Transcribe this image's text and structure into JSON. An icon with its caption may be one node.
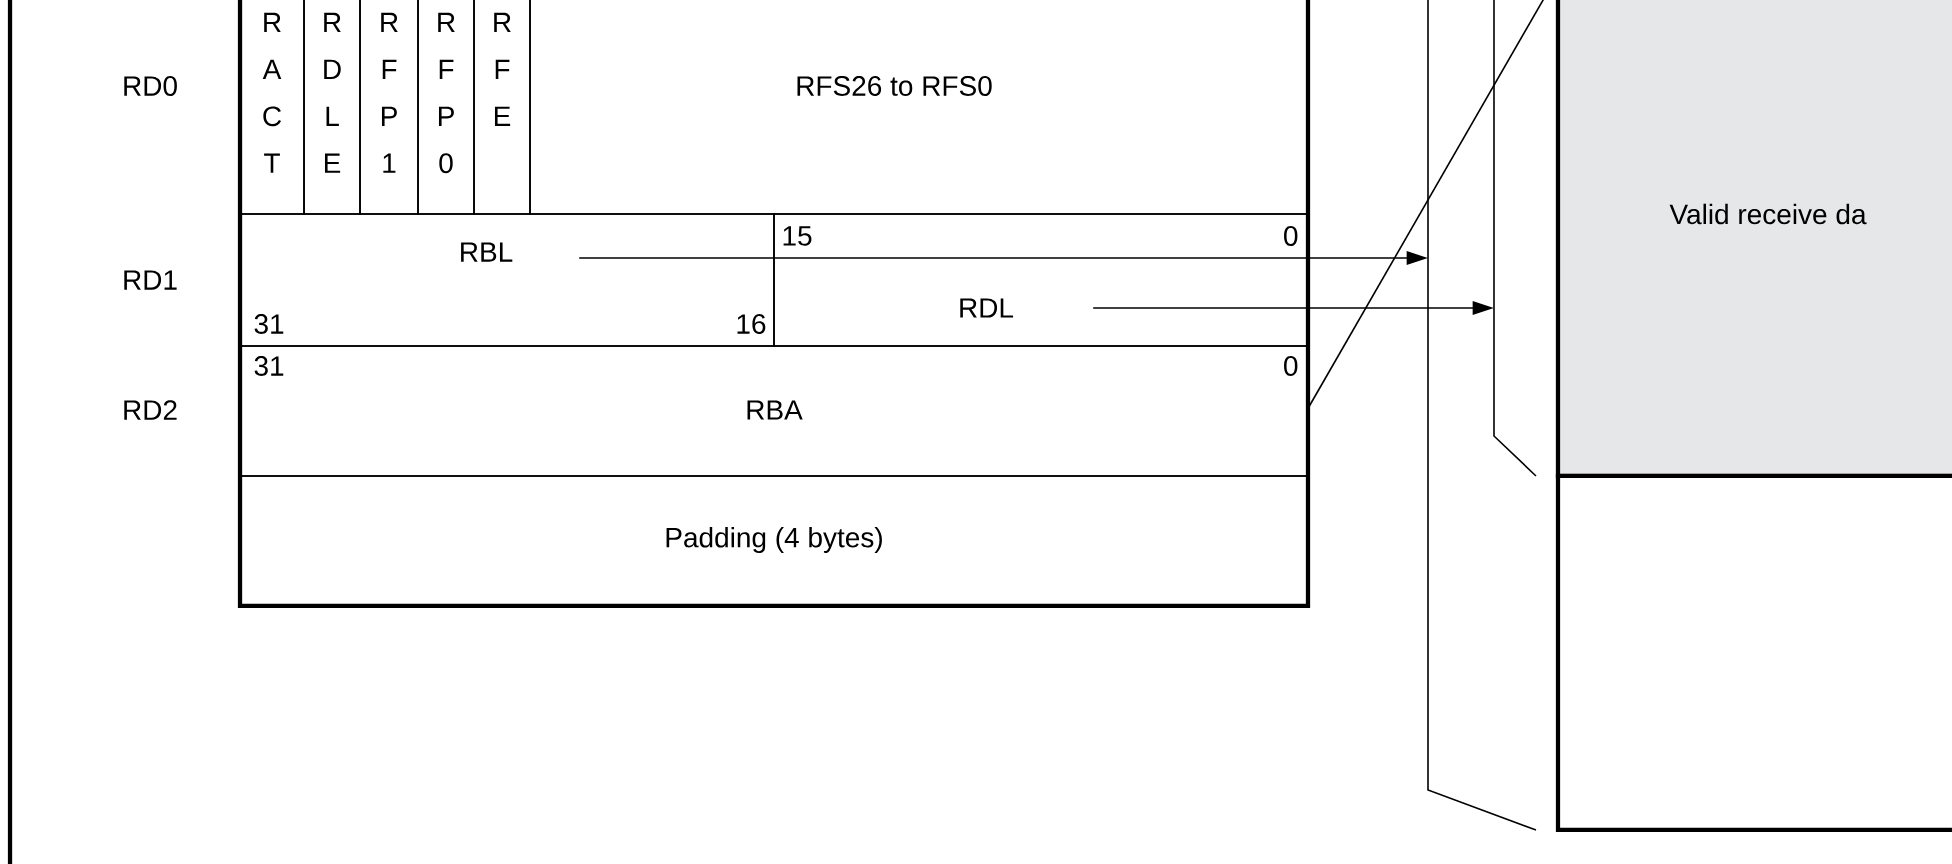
{
  "diagram": {
    "nodes": [
      {
        "text": [
          "R A C T"
        ]
      },
      {
        "text": [
          "R D L E"
        ]
      },
      {
        "text": [
          "R F P 1"
        ]
      },
      {
        "text": [
          "R F P 0"
        ]
      },
      {
        "text": [
          "R F E"
        ]
      },
      {
        "text": [
          "RFS26 to RFS0"
        ]
      },
      {
        "text": [
          "RBL",
          "31",
          "16"
        ]
      },
      {
        "text": [
          "15",
          "0",
          "RDL"
        ]
      },
      {
        "text": [
          "31",
          "0",
          "RBA"
        ]
      },
      {
        "text": [
          "Padding (4 bytes)"
        ]
      },
      {
        "text": [
          "Valid receive da"
        ]
      },
      {
        "text": [],
        "shape": "box"
      }
    ],
    "edges": [
      {
        "from": 6,
        "to": null,
        "arrow": "to"
      },
      {
        "from": 7,
        "to": null,
        "arrow": "to"
      },
      {
        "from": 8,
        "to": 10,
        "arrow": "none"
      }
    ],
    "labels": [
      "RD0",
      "RD1",
      "RD2"
    ]
  }
}
